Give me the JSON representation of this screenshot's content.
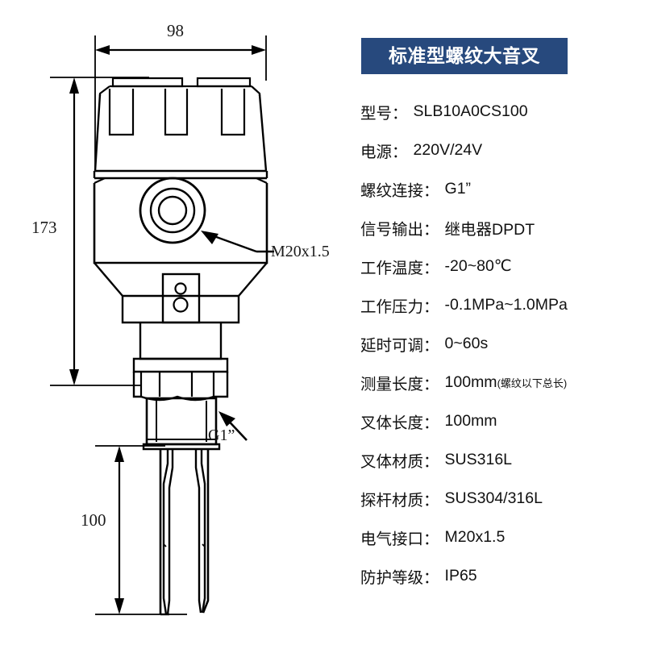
{
  "product": {
    "banner_title": "标准型螺纹大音叉"
  },
  "specs": [
    {
      "label": "型号",
      "colon": "：",
      "value": "SLB10A0CS100",
      "note": ""
    },
    {
      "label": "电源",
      "colon": "：",
      "value": "220V/24V",
      "note": ""
    },
    {
      "label": "螺纹连接",
      "colon": "：",
      "value": "G1”",
      "note": ""
    },
    {
      "label": "信号输出",
      "colon": "：",
      "value": "继电器DPDT",
      "note": ""
    },
    {
      "label": "工作温度",
      "colon": "：",
      "value": "-20~80℃",
      "note": ""
    },
    {
      "label": "工作压力",
      "colon": "：",
      "value": "-0.1MPa~1.0MPa",
      "note": ""
    },
    {
      "label": "延时可调",
      "colon": "：",
      "value": "0~60s",
      "note": ""
    },
    {
      "label": "测量长度",
      "colon": "：",
      "value": "100mm",
      "note": "(螺纹以下总长)"
    },
    {
      "label": "叉体长度",
      "colon": "：",
      "value": "100mm",
      "note": ""
    },
    {
      "label": "叉体材质",
      "colon": "：",
      "value": "SUS316L",
      "note": ""
    },
    {
      "label": "探杆材质",
      "colon": "：",
      "value": "SUS304/316L",
      "note": ""
    },
    {
      "label": "电气接口",
      "colon": "：",
      "value": "M20x1.5",
      "note": ""
    },
    {
      "label": "防护等级",
      "colon": "：",
      "value": "IP65",
      "note": ""
    }
  ],
  "drawing": {
    "dimensions": {
      "width_top": "98",
      "height_total": "173",
      "fork_length": "100"
    },
    "callouts": {
      "cable_gland": "M20x1.5",
      "process_thread": "G1”"
    }
  },
  "colors": {
    "banner_bg": "#27497d",
    "banner_text": "#ffffff",
    "line": "#000000",
    "text": "#111111"
  }
}
